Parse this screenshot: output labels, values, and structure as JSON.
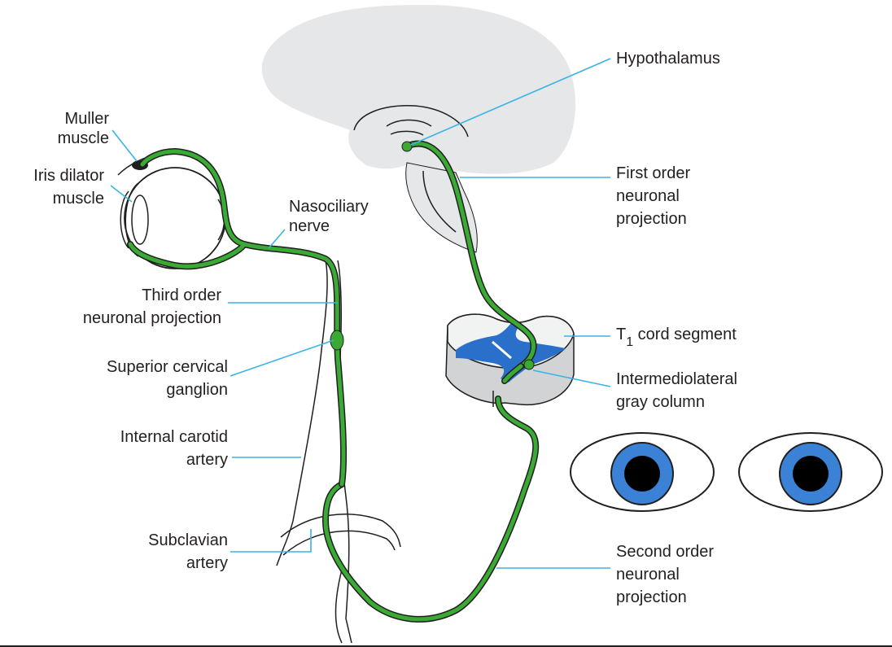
{
  "labels": {
    "hypothalamus": "Hypothalamus",
    "first_order_1": "First order",
    "first_order_2": "neuronal",
    "first_order_3": "projection",
    "t1_prefix": "T",
    "t1_sub": "1",
    "t1_suffix": " cord segment",
    "iml_1": "Intermediolateral",
    "iml_2": "gray column",
    "second_order_1": "Second order",
    "second_order_2": "neuronal",
    "second_order_3": "projection",
    "muller_1": "Muller",
    "muller_2": "muscle",
    "iris_1": "Iris dilator",
    "iris_2": "muscle",
    "nasociliary_1": "Nasociliary",
    "nasociliary_2": "nerve",
    "third_order_1": "Third order",
    "third_order_2": "neuronal projection",
    "scg_1": "Superior cervical",
    "scg_2": "ganglion",
    "ica_1": "Internal carotid",
    "ica_2": "artery",
    "subclavian_1": "Subclavian",
    "subclavian_2": "artery"
  },
  "colors": {
    "nerve": "#3aaa35",
    "leader": "#39b3e6",
    "brain": "#e6e7e8",
    "gray_matter": "#2a6fc9",
    "iris": "#3b82d6",
    "pupil": "#000000"
  }
}
